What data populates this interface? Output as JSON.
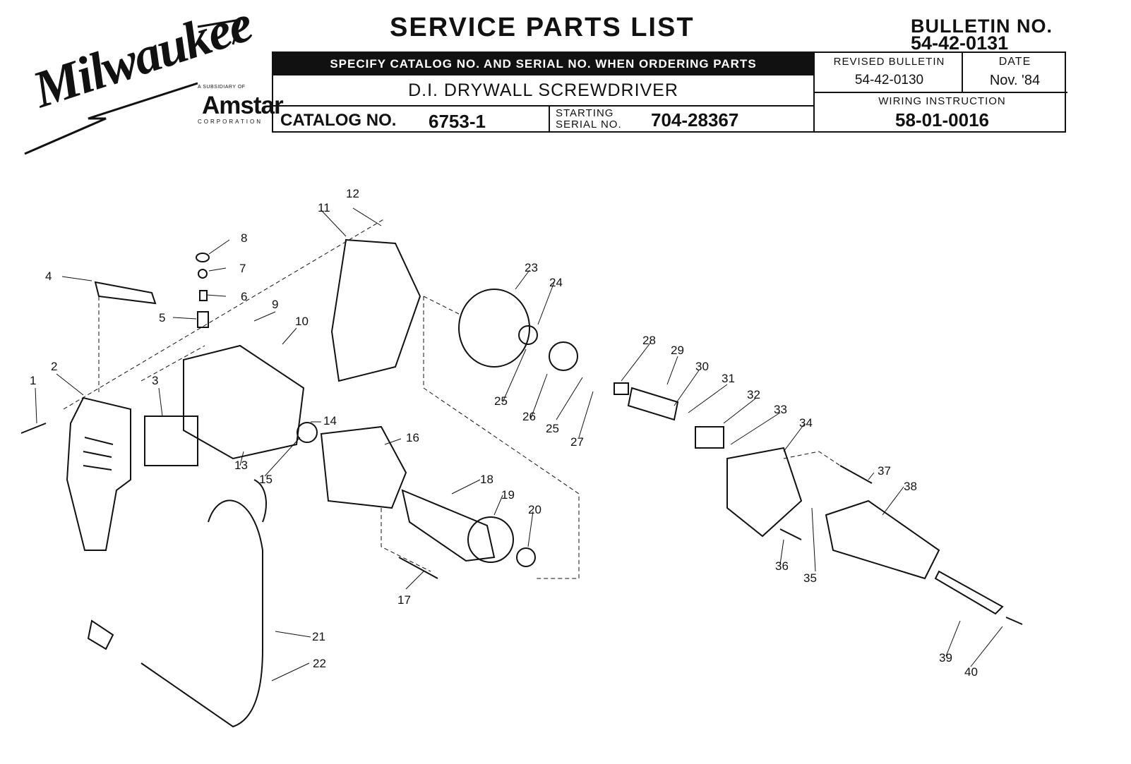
{
  "brand": {
    "name": "Milwaukee",
    "subsidiary_of": "A SUBSIDIARY OF",
    "parent": "Amstar",
    "corporation": "CORPORATION"
  },
  "title": "SERVICE PARTS LIST",
  "bulletin": {
    "label": "BULLETIN NO.",
    "number": "54-42-0131"
  },
  "header": {
    "notice": "SPECIFY CATALOG NO. AND SERIAL NO. WHEN ORDERING PARTS",
    "model": "D.I. DRYWALL SCREWDRIVER",
    "catalog_label": "CATALOG NO.",
    "catalog_no": "6753-1",
    "starting_label_1": "STARTING",
    "starting_label_2": "SERIAL NO.",
    "serial_no": "704-28367",
    "revised_label": "REVISED BULLETIN",
    "revised_no": "54-42-0130",
    "date_label": "DATE",
    "date": "Nov. '84",
    "wiring_label": "WIRING INSTRUCTION",
    "wiring_no": "58-01-0016"
  },
  "callouts": [
    "1",
    "2",
    "3",
    "4",
    "5",
    "6",
    "7",
    "8",
    "9",
    "10",
    "11",
    "12",
    "13",
    "14",
    "15",
    "16",
    "17",
    "18",
    "19",
    "20",
    "21",
    "22",
    "23",
    "24",
    "25",
    "26",
    "25",
    "27",
    "28",
    "29",
    "30",
    "31",
    "32",
    "33",
    "34",
    "35",
    "36",
    "37",
    "38",
    "39",
    "40"
  ]
}
